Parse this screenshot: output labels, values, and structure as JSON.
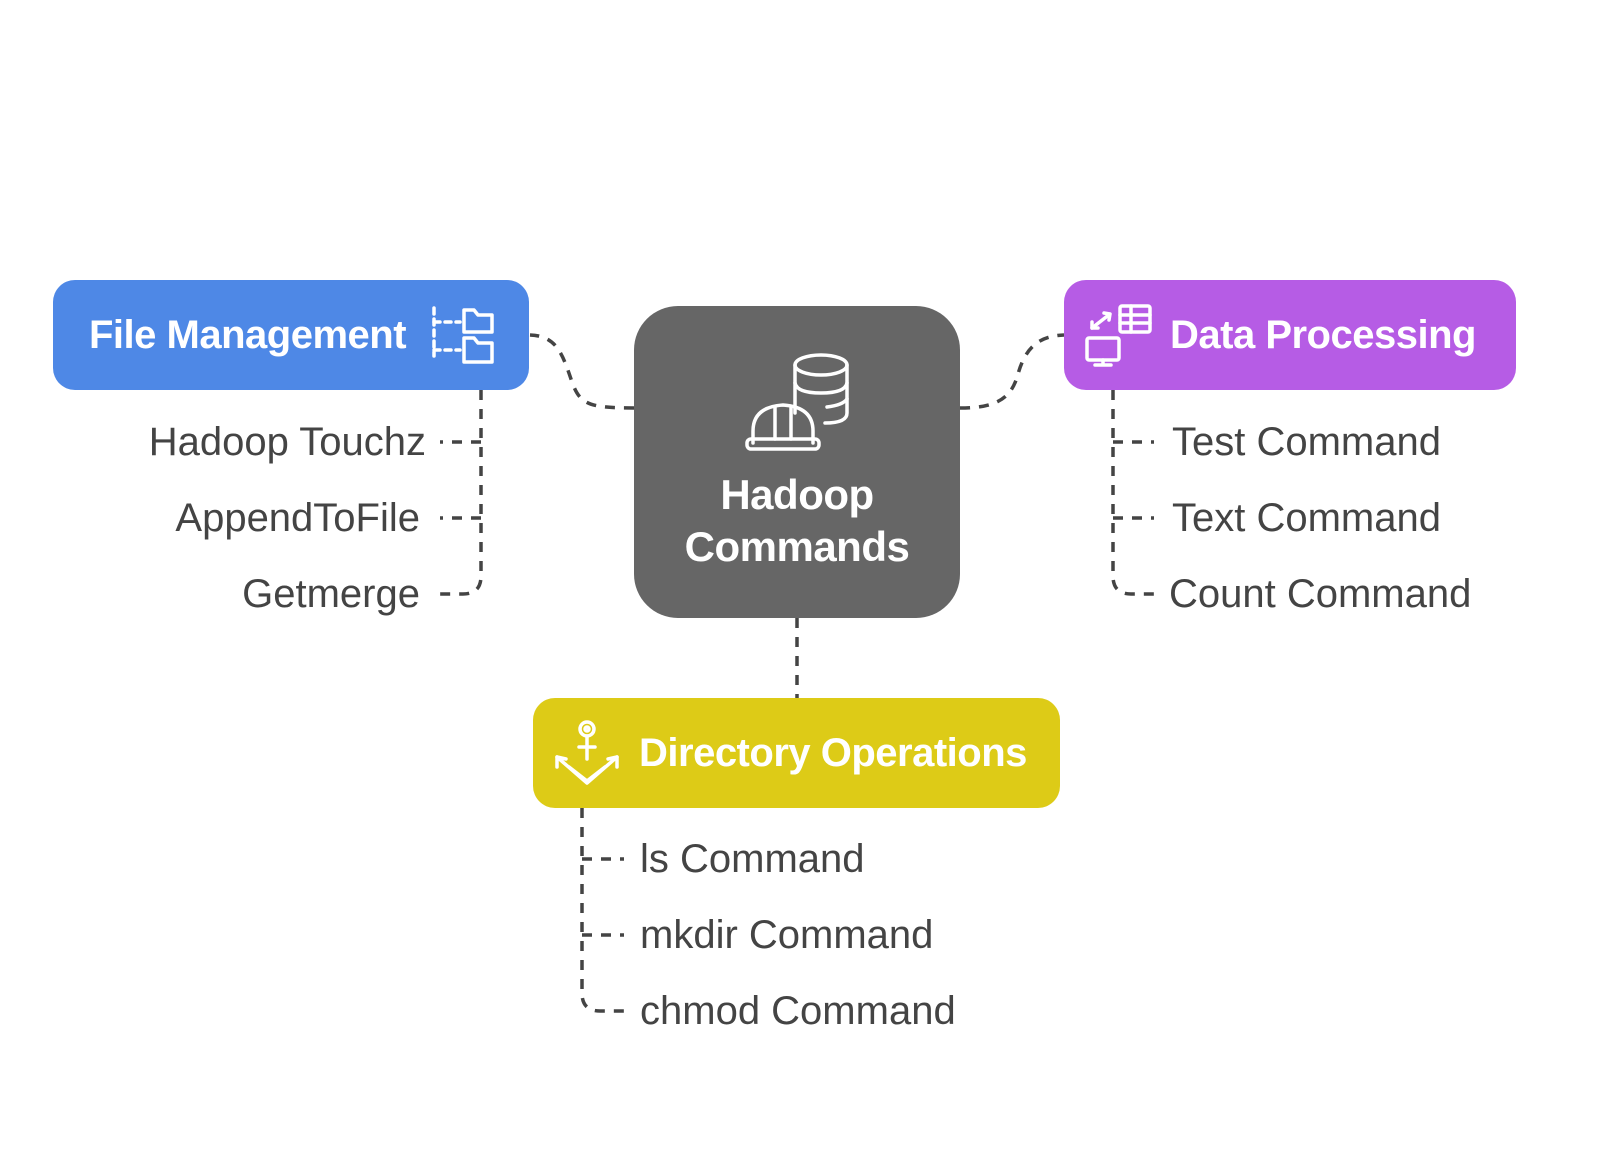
{
  "center": {
    "title": "Hadoop Commands",
    "icon": "hardhat-database-icon",
    "color": "#666666"
  },
  "file_management": {
    "title": "File Management",
    "icon": "folder-tree-icon",
    "color": "#4e88e6",
    "items": [
      "Hadoop Touchz",
      "AppendToFile",
      "Getmerge"
    ]
  },
  "data_processing": {
    "title": "Data Processing",
    "icon": "data-transfer-icon",
    "color": "#b65ce5",
    "items": [
      "Test Command",
      "Text Command",
      "Count Command"
    ]
  },
  "directory_operations": {
    "title": "Directory Operations",
    "icon": "anchor-icon",
    "color": "#ddcb17",
    "items": [
      "ls Command",
      "mkdir Command",
      "chmod Command"
    ]
  },
  "connector_color": "#444444"
}
